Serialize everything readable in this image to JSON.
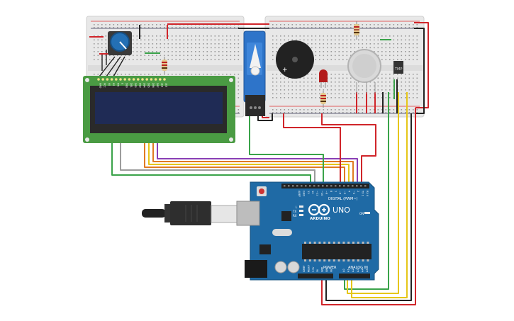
{
  "circuit": {
    "lcd": {
      "pin_labels": [
        "GND",
        "VCC",
        "V0",
        "RS",
        "RW",
        "E",
        "DB0",
        "DB1",
        "DB2",
        "DB3",
        "DB4",
        "DB5",
        "DB6",
        "DB7",
        "LED",
        "LED"
      ]
    },
    "arduino": {
      "brand": "ARDUINO",
      "model": "UNO",
      "digital_header": "DIGITAL (PWM~)",
      "power_header": "POWER",
      "analog_header": "ANALOG IN",
      "aref": "AREF",
      "gnd": "GND",
      "digital_pins": [
        "13",
        "12",
        "~11",
        "~10",
        "~9",
        "8",
        "7",
        "~6",
        "~5",
        "4",
        "~3",
        "2",
        "TX 1",
        "RX 0"
      ],
      "power_pins": [
        "IOREF",
        "RESET",
        "3.3V",
        "5V",
        "GND",
        "GND",
        "Vin"
      ],
      "analog_pins": [
        "A0",
        "A1",
        "A2",
        "A3",
        "A4",
        "A5"
      ],
      "on_label": "ON",
      "l_label": "L",
      "tx_label": "TX",
      "rx_label": "RX"
    },
    "sensor": {
      "label": "TMP"
    },
    "buzzer": {
      "plus": "+"
    },
    "colors": {
      "red_wire": "#d0252a",
      "black_wire": "#222222",
      "green_wire": "#3aa34a",
      "yellow_wire": "#e6c619",
      "orange_wire": "#e07b22",
      "purple_wire": "#8a3fb5",
      "gray_wire": "#9c9c9c",
      "arduino_blue": "#1f6aa5",
      "lcd_green": "#4a9b43",
      "lcd_screen": "#1f2b55",
      "servo_blue": "#2e74c9"
    }
  }
}
